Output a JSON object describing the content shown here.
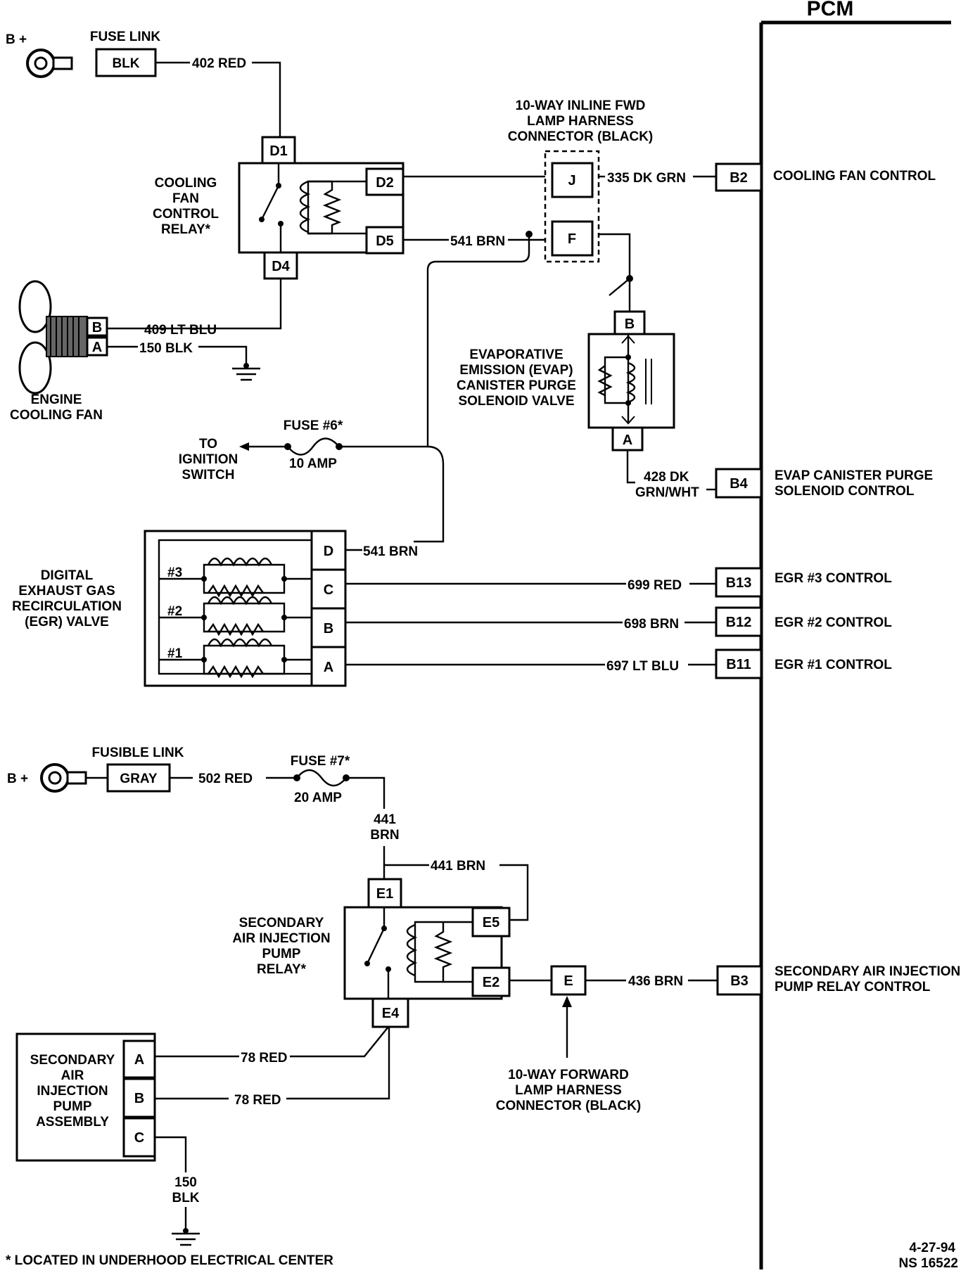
{
  "pcm": {
    "title": "PCM"
  },
  "fuse_link_top": {
    "title": "FUSE LINK",
    "color": "BLK",
    "bplus": "B +",
    "wire": "402 RED"
  },
  "cooling_relay": {
    "label": [
      "COOLING",
      "FAN",
      "CONTROL",
      "RELAY*"
    ],
    "pins": {
      "d1": "D1",
      "d2": "D2",
      "d4": "D4",
      "d5": "D5"
    }
  },
  "connector_top": {
    "label": [
      "10-WAY INLINE FWD",
      "LAMP HARNESS",
      "CONNECTOR (BLACK)"
    ],
    "pin_j": "J",
    "pin_f": "F"
  },
  "wires": {
    "w335": "335 DK GRN",
    "w541a": "541 BRN",
    "w409": "409 LT BLU",
    "w150a": "150 BLK",
    "w428": [
      "428 DK",
      "GRN/WHT"
    ],
    "w541b": "541 BRN",
    "w699": "699 RED",
    "w698": "698 BRN",
    "w697": "697 LT BLU",
    "w502": "502 RED",
    "w441a": [
      "441",
      "BRN"
    ],
    "w441b": "441 BRN",
    "w436": "436 BRN",
    "w78a": "78 RED",
    "w78b": "78 RED",
    "w150b": [
      "150",
      "BLK"
    ]
  },
  "pcm_pins": {
    "b2": {
      "pin": "B2",
      "label": "COOLING FAN CONTROL"
    },
    "b4": {
      "pin": "B4",
      "label": [
        "EVAP CANISTER PURGE",
        "SOLENOID CONTROL"
      ]
    },
    "b13": {
      "pin": "B13",
      "label": "EGR #3 CONTROL"
    },
    "b12": {
      "pin": "B12",
      "label": "EGR #2 CONTROL"
    },
    "b11": {
      "pin": "B11",
      "label": "EGR #1 CONTROL"
    },
    "b3": {
      "pin": "B3",
      "label": [
        "SECONDARY AIR INJECTION",
        "PUMP RELAY CONTROL"
      ]
    }
  },
  "fan": {
    "label": [
      "ENGINE",
      "COOLING FAN"
    ],
    "pin_b": "B",
    "pin_a": "A"
  },
  "evap": {
    "label": [
      "EVAPORATIVE",
      "EMISSION (EVAP)",
      "CANISTER PURGE",
      "SOLENOID VALVE"
    ],
    "pin_b": "B",
    "pin_a": "A"
  },
  "fuse6": {
    "title": "FUSE #6*",
    "rating": "10 AMP",
    "to": [
      "TO",
      "IGNITION",
      "SWITCH"
    ]
  },
  "egr": {
    "label": [
      "DIGITAL",
      "EXHAUST GAS",
      "RECIRCULATION",
      "(EGR) VALVE"
    ],
    "pins": [
      "D",
      "C",
      "B",
      "A"
    ],
    "coils": [
      "#3",
      "#2",
      "#1"
    ]
  },
  "fuse_link_bottom": {
    "title": "FUSIBLE LINK",
    "color": "GRAY",
    "bplus": "B +"
  },
  "fuse7": {
    "title": "FUSE #7*",
    "rating": "20 AMP"
  },
  "air_relay": {
    "label": [
      "SECONDARY",
      "AIR INJECTION",
      "PUMP",
      "RELAY*"
    ],
    "pins": {
      "e1": "E1",
      "e5": "E5",
      "e2": "E2",
      "e4": "E4"
    }
  },
  "connector_bottom": {
    "pin_e": "E",
    "label": [
      "10-WAY FORWARD",
      "LAMP HARNESS",
      "CONNECTOR (BLACK)"
    ]
  },
  "air_pump": {
    "label": [
      "SECONDARY",
      "AIR",
      "INJECTION",
      "PUMP",
      "ASSEMBLY"
    ],
    "pins": [
      "A",
      "B",
      "C"
    ]
  },
  "footer": {
    "note": "* LOCATED IN UNDERHOOD ELECTRICAL CENTER",
    "date": "4-27-94",
    "code": "NS 16522"
  }
}
